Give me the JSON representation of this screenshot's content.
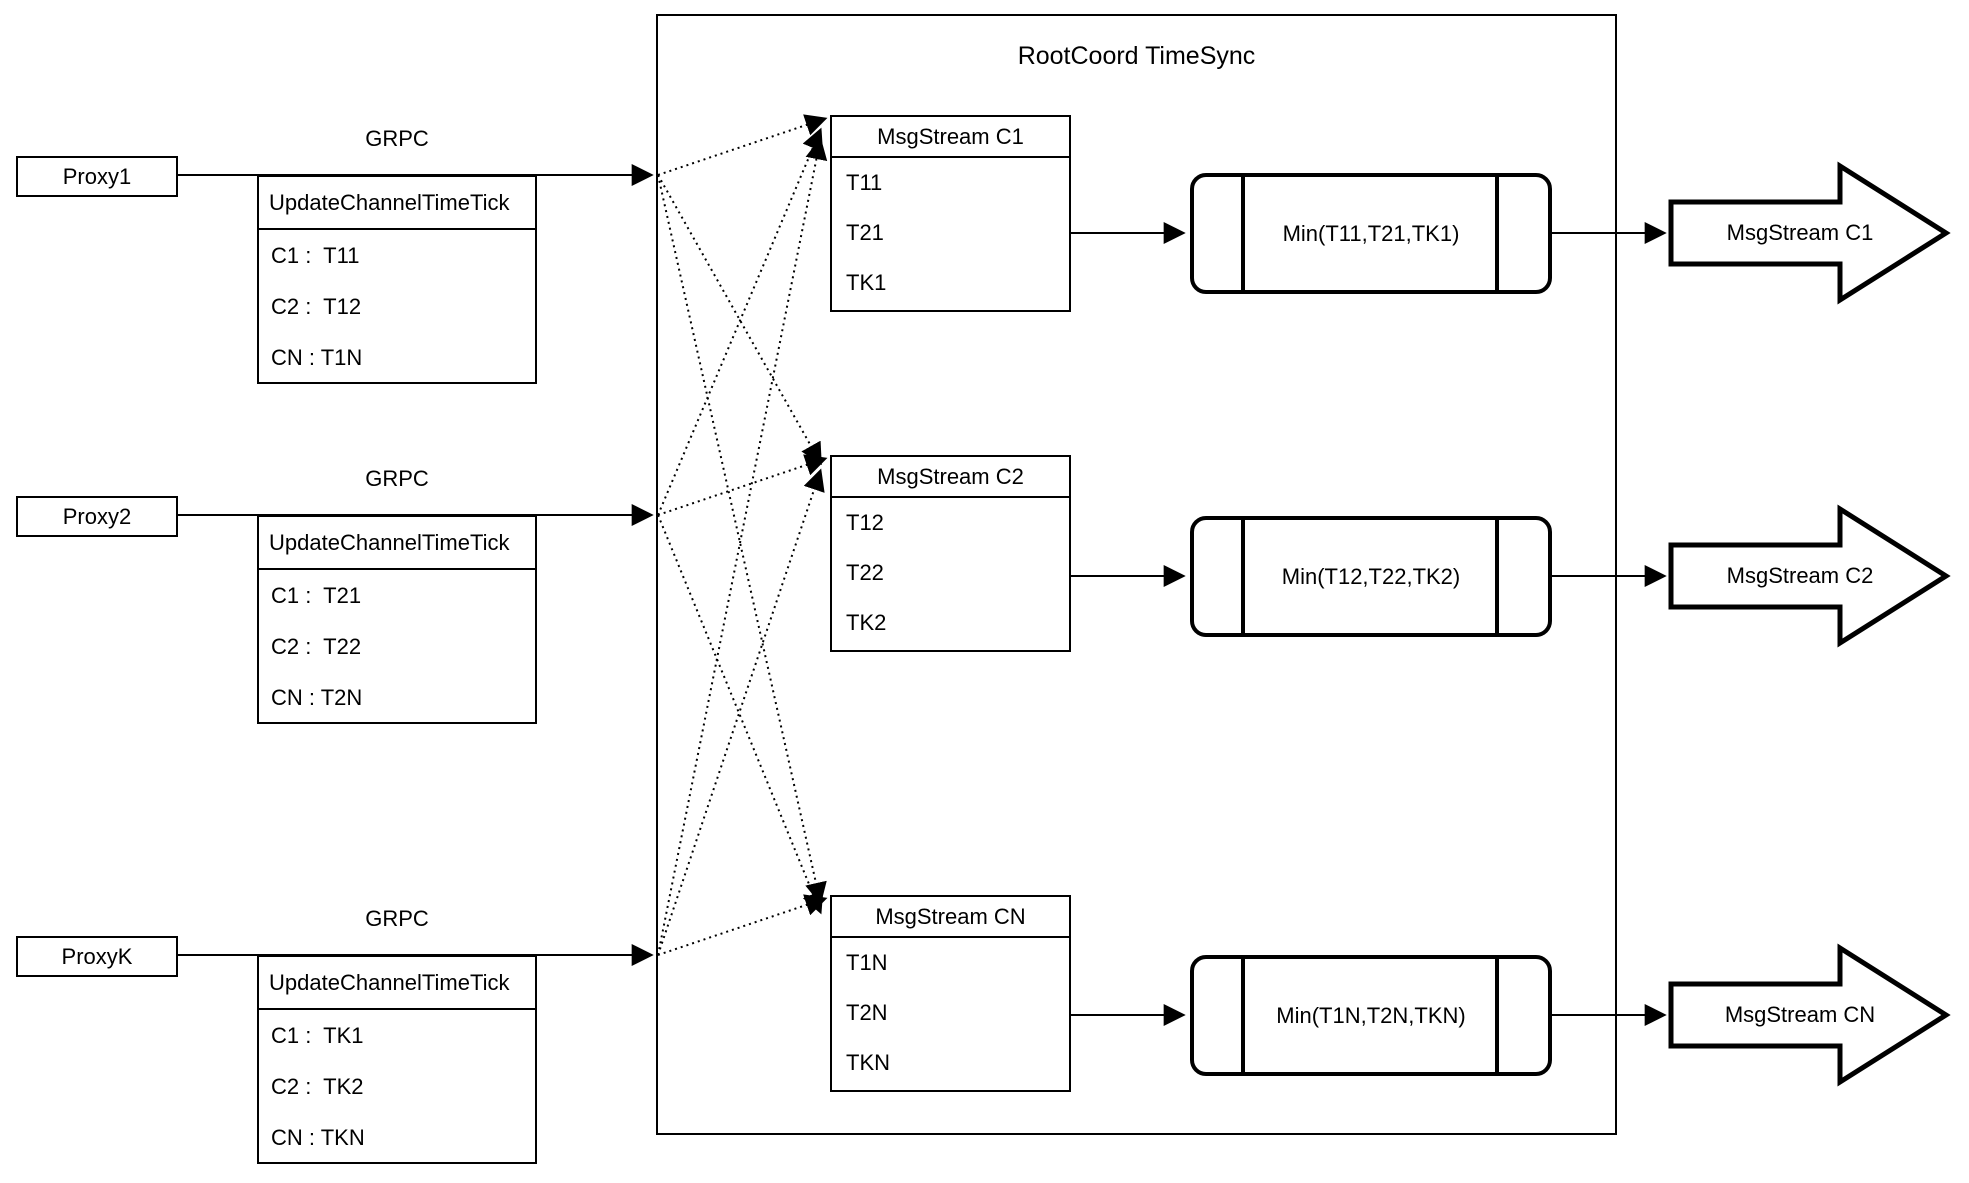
{
  "colors": {
    "ink": "#000000",
    "paper": "#ffffff"
  },
  "rootcoord": {
    "title": "RootCoord TimeSync"
  },
  "proxies": [
    {
      "name": "Proxy1",
      "protocol": "GRPC",
      "message_title": "UpdateChannelTimeTick",
      "entries": [
        "C1 :  T11",
        "C2 :  T12",
        "CN : T1N"
      ]
    },
    {
      "name": "Proxy2",
      "protocol": "GRPC",
      "message_title": "UpdateChannelTimeTick",
      "entries": [
        "C1 :  T21",
        "C2 :  T22",
        "CN : T2N"
      ]
    },
    {
      "name": "ProxyK",
      "protocol": "GRPC",
      "message_title": "UpdateChannelTimeTick",
      "entries": [
        "C1 :  TK1",
        "C2 :  TK2",
        "CN : TKN"
      ]
    }
  ],
  "channels": [
    {
      "stream_title": "MsgStream C1",
      "ticks": [
        "T11",
        "T21",
        "TK1"
      ],
      "min_label": "Min(T11,T21,TK1)",
      "output_label": "MsgStream C1"
    },
    {
      "stream_title": "MsgStream C2",
      "ticks": [
        "T12",
        "T22",
        "TK2"
      ],
      "min_label": "Min(T12,T22,TK2)",
      "output_label": "MsgStream C2"
    },
    {
      "stream_title": "MsgStream CN",
      "ticks": [
        "T1N",
        "T2N",
        "TKN"
      ],
      "min_label": "Min(T1N,T2N,TKN)",
      "output_label": "MsgStream CN"
    }
  ]
}
